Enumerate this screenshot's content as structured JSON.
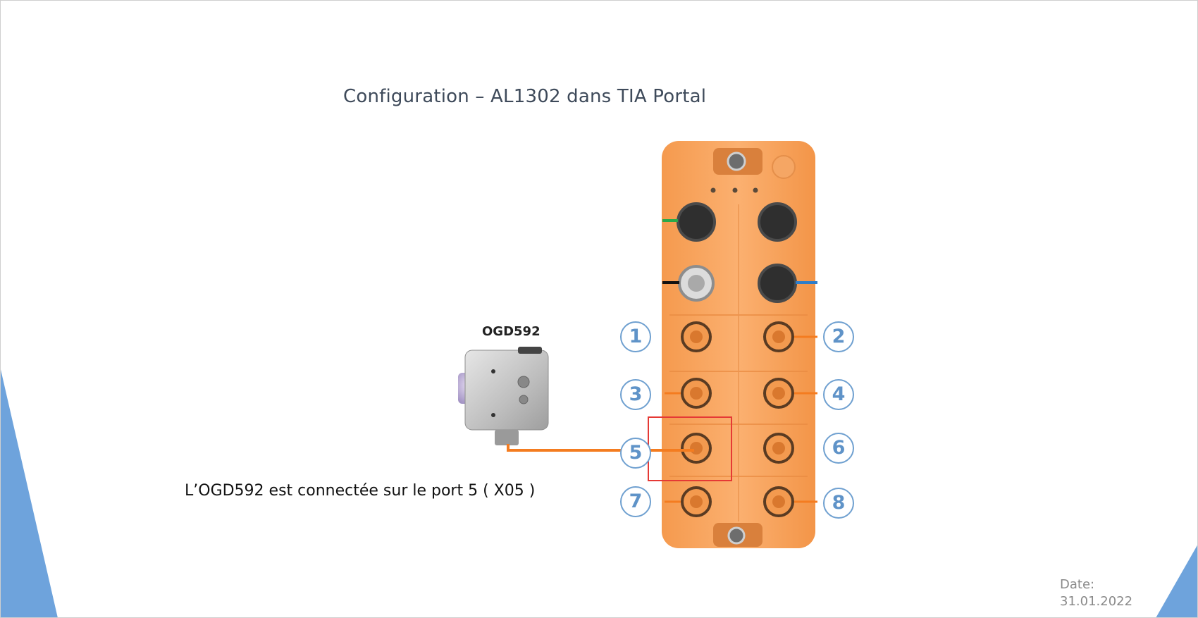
{
  "slide": {
    "title": "Configuration – AL1302 dans TIA Portal",
    "sensor_label": "OGD592",
    "caption": "L’OGD592 est connectée sur le port 5 ( X05 )",
    "date_label": "Date:",
    "date_value": "31.01.2022"
  },
  "ports": [
    "1",
    "2",
    "3",
    "4",
    "5",
    "6",
    "7",
    "8"
  ],
  "highlighted_port": "5",
  "colors": {
    "module": "#f8a25a",
    "highlight": "#e53935",
    "cable": "#f47c20",
    "port_label": "#5f93c8",
    "triangle": "#6ea3dc"
  },
  "icons": [
    "io-link-master-module",
    "ogd592-sensor",
    "m12-connector"
  ]
}
